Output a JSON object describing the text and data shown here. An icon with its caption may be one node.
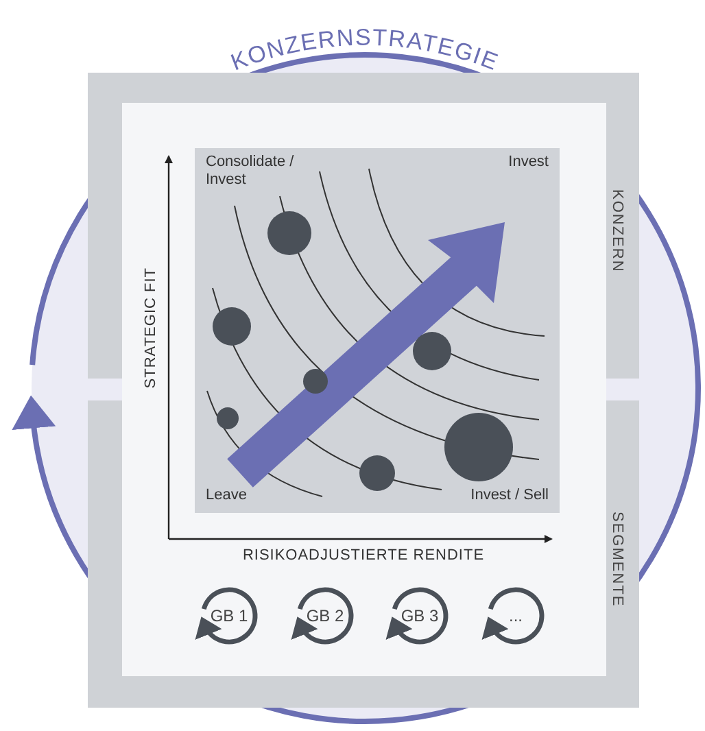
{
  "diagram": {
    "title": "KONZERNSTRATEGIE",
    "nodes": [
      {
        "text": [
          "KONZERN"
        ]
      },
      {
        "text": [
          "SEGMENTE"
        ]
      },
      {
        "text": [
          "GB 1"
        ],
        "in": 1
      },
      {
        "text": [
          "GB 2"
        ],
        "in": 1
      },
      {
        "text": [
          "GB 3"
        ],
        "in": 1
      },
      {
        "text": [
          "..."
        ],
        "in": 1
      }
    ],
    "labels": [
      "STRATEGIC FIT",
      "Consolidate / Invest",
      "Invest",
      "Leave",
      "Invest / Sell",
      "RISIKOADJUSTIERTE RENDITE"
    ]
  }
}
